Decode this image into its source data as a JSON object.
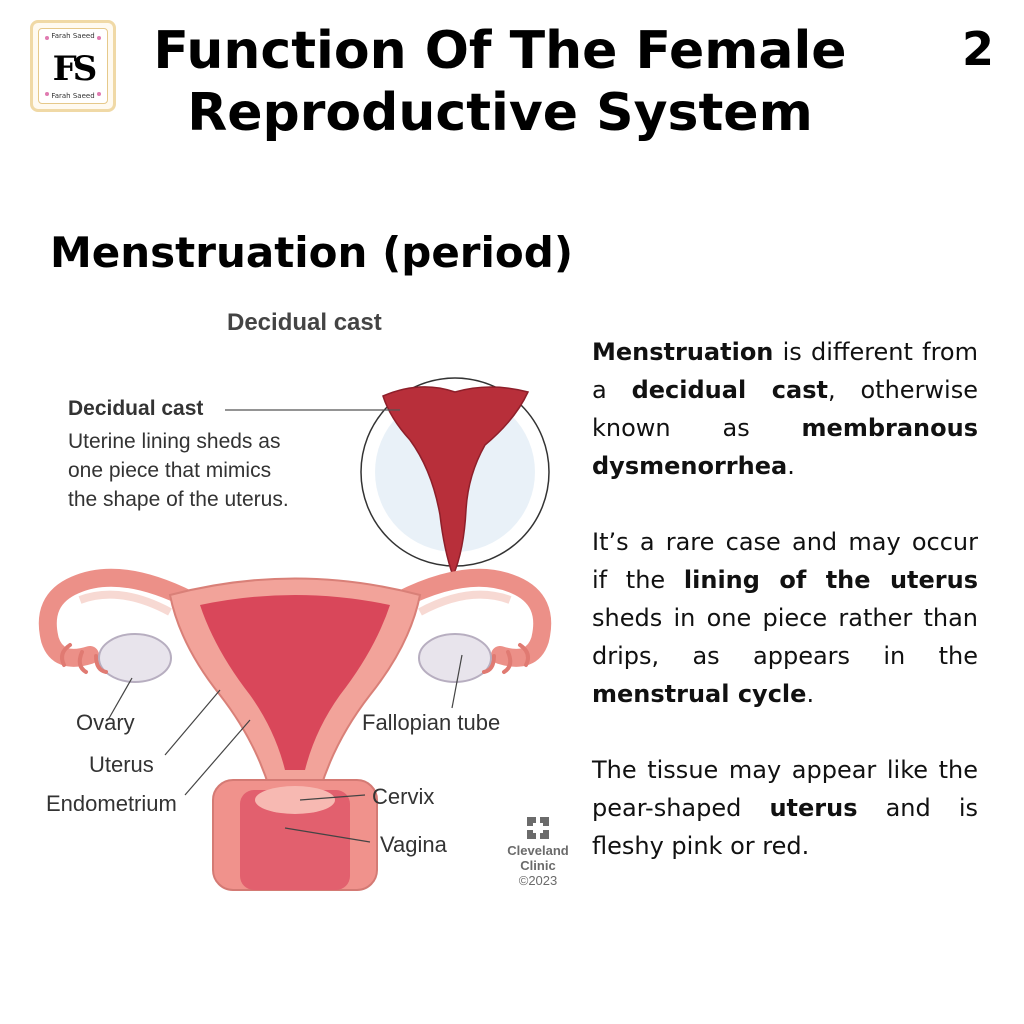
{
  "logo": {
    "monogram": "FS",
    "caption_top": "Farah Saeed",
    "caption_bottom": "Farah Saeed"
  },
  "page_number": "2",
  "title": "Function Of The Female Reproductive System",
  "section_title": "Menstruation (period)",
  "illustration": {
    "heading": "Decidual cast",
    "callout_title": "Decidual cast",
    "callout_lines": [
      "Uterine lining sheds as",
      "one piece that mimics",
      "the shape of the uterus."
    ],
    "labels": {
      "ovary": "Ovary",
      "uterus": "Uterus",
      "endometrium": "Endometrium",
      "fallopian_tube": "Fallopian tube",
      "cervix": "Cervix",
      "vagina": "Vagina"
    },
    "credit": {
      "line1": "Cleveland",
      "line2": "Clinic",
      "year": "©2023"
    },
    "colors": {
      "tissue": "#b82f3a",
      "uterus_pink": "#f2a39a",
      "lining": "#d9475a"
    }
  },
  "paragraphs": {
    "p1": {
      "b1": "Menstruation",
      "t1": " is different from a ",
      "b2": "decidual cast",
      "t2": ", otherwise known as ",
      "b3": "membranous dysmenorrhea",
      "t3": "."
    },
    "p2": {
      "t1": "It’s a rare case and may occur if the ",
      "b1": "lining of the uterus",
      "t2": " sheds in one piece rather than drips, as appears in the ",
      "b2": "menstrual cycle",
      "t3": "."
    },
    "p3": {
      "t1": "The tissue may appear like the pear-shaped ",
      "b1": "uterus",
      "t2": " and is fleshy pink or red."
    }
  }
}
